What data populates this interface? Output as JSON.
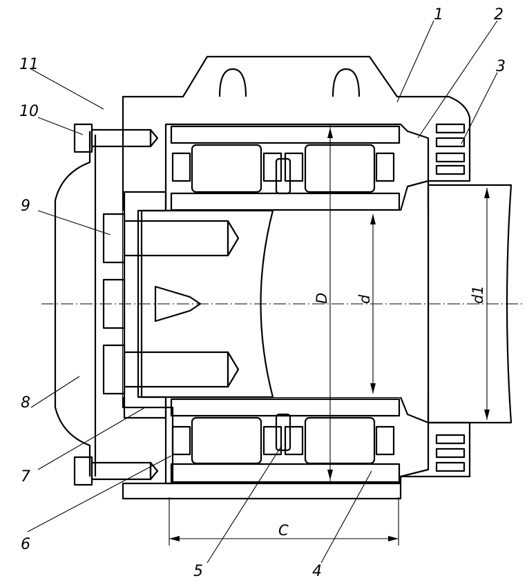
{
  "figure": {
    "part_labels": [
      "1",
      "2",
      "3",
      "4",
      "5",
      "6",
      "7",
      "8",
      "9",
      "10",
      "11"
    ],
    "dimension_labels": {
      "outer_diameter": "D",
      "bore_diameter": "d",
      "journal_diameter": "d1",
      "width": "C"
    }
  }
}
